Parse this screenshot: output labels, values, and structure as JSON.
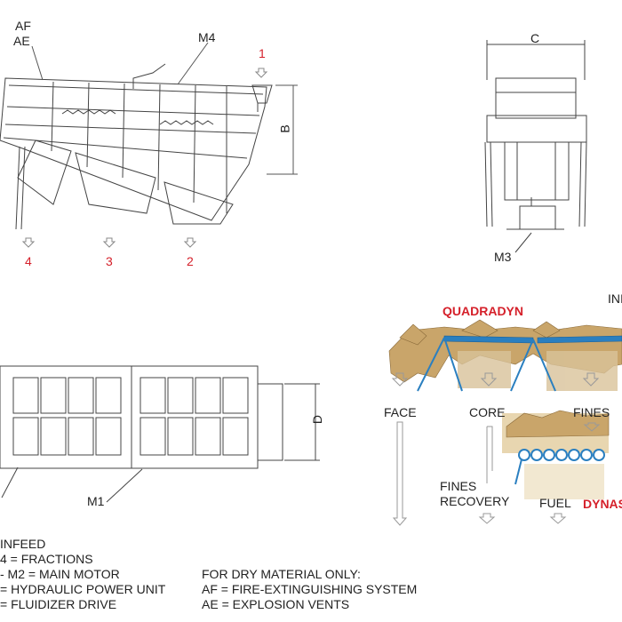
{
  "side_view": {
    "labels": {
      "af": "AF",
      "ae": "AE",
      "m4": "M4",
      "b": "B"
    },
    "outlets": [
      "4",
      "3",
      "2"
    ],
    "infeed_number": "1"
  },
  "end_view": {
    "labels": {
      "c": "C",
      "m3": "M3"
    }
  },
  "top_view": {
    "labels": {
      "d": "D",
      "m1": "M1"
    }
  },
  "process_diagram": {
    "brand_top": "QUADRADYN",
    "brand_bottom": "DYNAS",
    "infeed_label": "INI",
    "fractions": [
      "FACE",
      "CORE",
      "FINES"
    ],
    "fines_recovery": [
      "FINES",
      "RECOVERY"
    ],
    "fuel": "FUEL"
  },
  "legend_left": [
    "INFEED",
    "4 = FRACTIONS",
    "- M2 = MAIN MOTOR",
    "= HYDRAULIC POWER UNIT",
    "= FLUIDIZER DRIVE"
  ],
  "legend_right": [
    "FOR DRY MATERIAL ONLY:",
    "AF = FIRE-EXTINGUISHING SYSTEM",
    "AE = EXPLOSION VENTS"
  ],
  "colors": {
    "accent_red": "#d5202a",
    "roller_blue": "#2a7fc0",
    "chips": "#c9a56a",
    "line": "#444444"
  }
}
